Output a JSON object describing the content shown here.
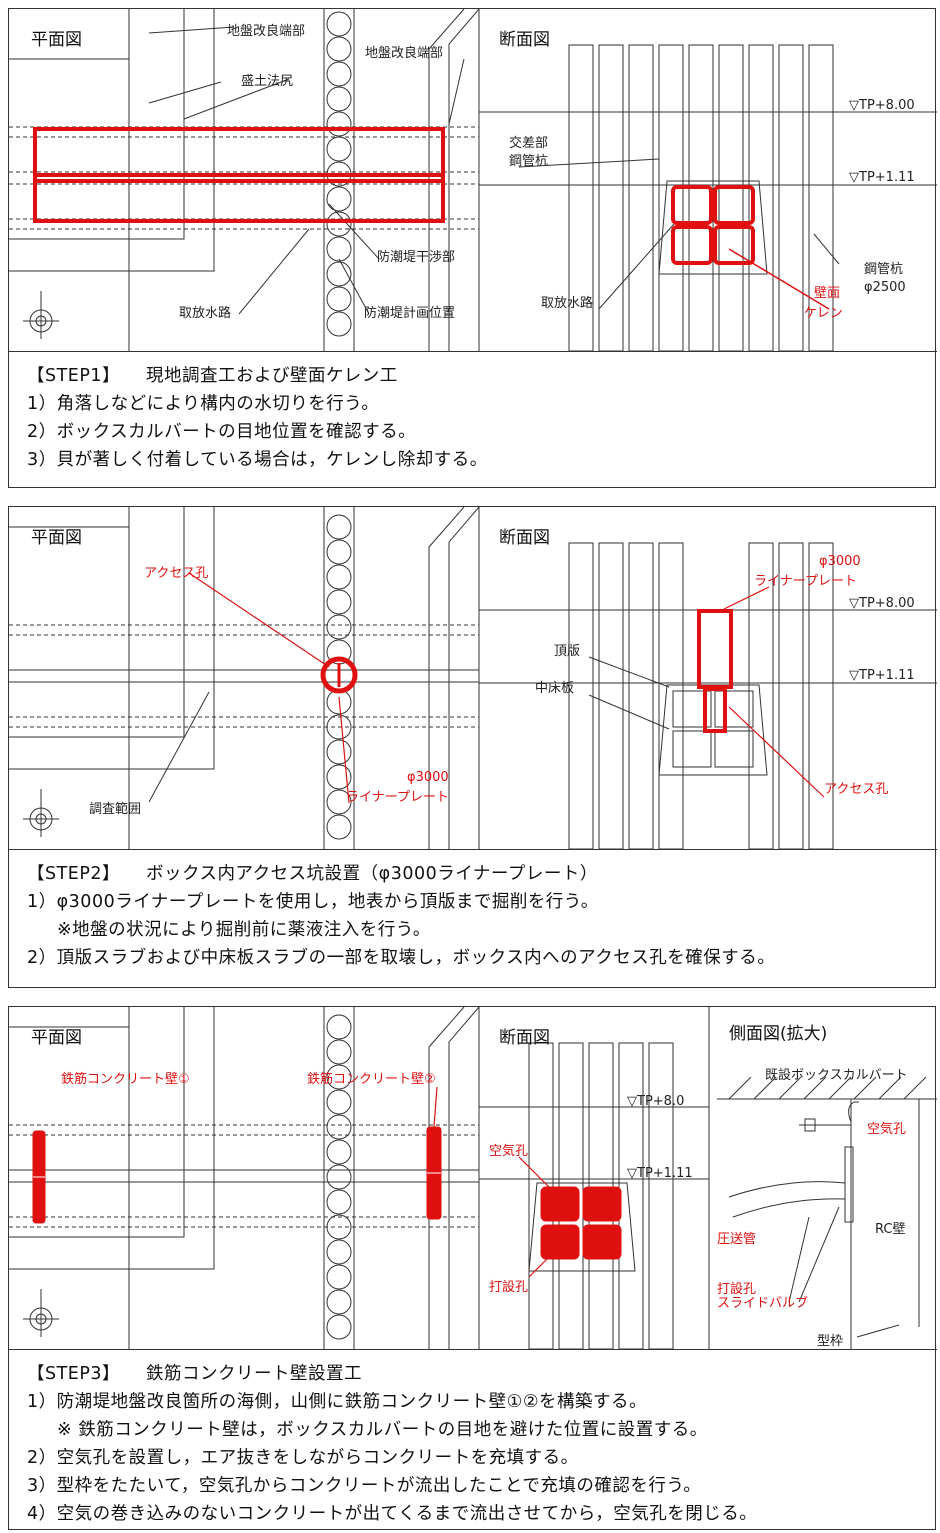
{
  "colors": {
    "accent": "#e01010",
    "line": "#333333"
  },
  "steps": [
    {
      "plan": {
        "title": "平面図",
        "labels": {
          "kairyo1": "地盤改良端部",
          "moritsuchi": "盛土法尻",
          "kairyo2": "地盤改良端部",
          "kansho": "防潮堤干渉部",
          "torihoumi": "取放水路",
          "keikaku": "防潮堤計画位置"
        }
      },
      "section": {
        "title": "断面図",
        "labels": {
          "kosa": "交差部",
          "kokanko": "鋼管杭",
          "tp8": "▽TP+8.00",
          "tp1": "▽TP+1.11",
          "torihoumi": "取放水路",
          "kokan2": "鋼管杭",
          "phi2500": "φ2500",
          "hekimen": "壁面",
          "keren": "ケレン"
        }
      },
      "header": "【STEP1】",
      "heading": "現地調査工および壁面ケレン工",
      "lines": [
        "1）角落しなどにより構内の水切りを行う。",
        "2）ボックスカルバートの目地位置を確認する。",
        "3）貝が著しく付着している場合は，ケレンし除却する。"
      ]
    },
    {
      "plan": {
        "title": "平面図",
        "labels": {
          "access": "アクセス孔",
          "phi3000": "φ3000",
          "liner": "ライナープレート",
          "chosa": "調査範囲"
        }
      },
      "section": {
        "title": "断面図",
        "labels": {
          "phi3000": "φ3000",
          "liner": "ライナープレート",
          "tp8": "▽TP+8.00",
          "choban": "頂版",
          "tp1": "▽TP+1.11",
          "nakayuka": "中床板",
          "access": "アクセス孔"
        }
      },
      "header": "【STEP2】",
      "heading": "ボックス内アクセス坑設置（φ3000ライナープレート）",
      "lines": [
        "1）φ3000ライナープレートを使用し，地表から頂版まで掘削を行う。",
        "※地盤の状況により掘削前に薬液注入を行う。",
        "2）頂版スラブおよび中床板スラブの一部を取壊し，ボックス内へのアクセス孔を確保する。"
      ]
    },
    {
      "plan": {
        "title": "平面図",
        "labels": {
          "wall1": "鉄筋コンクリート壁①",
          "wall2": "鉄筋コンクリート壁②"
        }
      },
      "section": {
        "title": "断面図",
        "labels": {
          "tp8": "▽TP+8.0",
          "kuki": "空気孔",
          "tp1": "▽TP+1.11",
          "dasetsu": "打設孔"
        }
      },
      "side": {
        "title": "側面図(拡大)",
        "labels": {
          "kisetsu": "既設ボックスカルバート",
          "kuki": "空気孔",
          "assokan": "圧送管",
          "rc": "RC壁",
          "dasetsu": "打設孔",
          "slide": "スライドバルブ",
          "katawaku": "型枠"
        }
      },
      "header": "【STEP3】",
      "heading": "鉄筋コンクリート壁設置工",
      "lines": [
        "1）防潮堤地盤改良箇所の海側，山側に鉄筋コンクリート壁①②を構築する。",
        "※ 鉄筋コンクリート壁は，ボックスカルバートの目地を避けた位置に設置する。",
        "2）空気孔を設置し，エア抜きをしながらコンクリートを充填する。",
        "3）型枠をたたいて，空気孔からコンクリートが流出したことで充填の確認を行う。",
        "4）空気の巻き込みのないコンクリートが出てくるまで流出させてから，空気孔を閉じる。"
      ]
    }
  ]
}
